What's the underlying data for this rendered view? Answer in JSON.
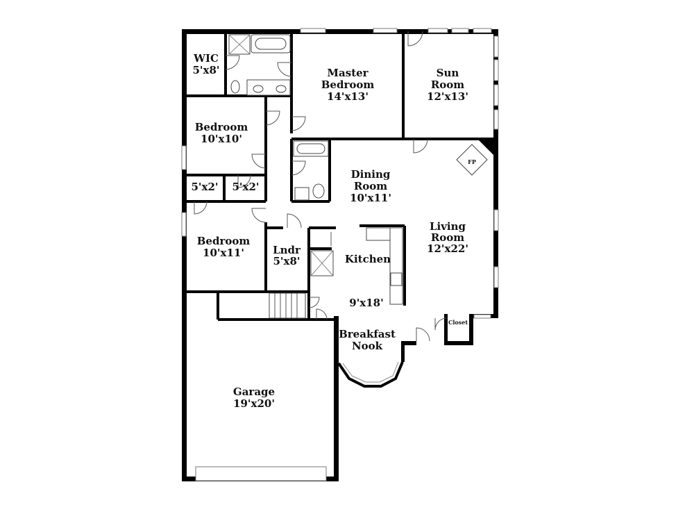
{
  "floorplan": {
    "rooms": [
      {
        "id": "wic",
        "name": "WIC",
        "size": "5'x8'"
      },
      {
        "id": "master-bedroom",
        "name": "Master Bedroom",
        "name_lines": [
          "Master",
          "Bedroom"
        ],
        "size": "14'x13'"
      },
      {
        "id": "sun-room",
        "name": "Sun Room",
        "name_lines": [
          "Sun",
          "Room"
        ],
        "size": "12'x13'"
      },
      {
        "id": "bedroom-1",
        "name": "Bedroom",
        "size": "10'x10'"
      },
      {
        "id": "closet-a",
        "name": "",
        "size": "5'x2'"
      },
      {
        "id": "closet-b",
        "name": "",
        "size": "5'x2'"
      },
      {
        "id": "dining-room",
        "name": "Dining Room",
        "name_lines": [
          "Dining",
          "Room"
        ],
        "size": "10'x11'"
      },
      {
        "id": "living-room",
        "name": "Living Room",
        "name_lines": [
          "Living",
          "Room"
        ],
        "size": "12'x22'"
      },
      {
        "id": "bedroom-2",
        "name": "Bedroom",
        "size": "10'x11'"
      },
      {
        "id": "laundry",
        "name": "Lndr",
        "size": "5'x8'"
      },
      {
        "id": "kitchen",
        "name": "Kitchen",
        "size": "9'x18'"
      },
      {
        "id": "breakfast-nook",
        "name": "Breakfast Nook",
        "name_lines": [
          "Breakfast",
          "Nook"
        ],
        "size": ""
      },
      {
        "id": "garage",
        "name": "Garage",
        "size": "19'x20'"
      }
    ],
    "fireplace_label": "FP",
    "closet_label": "Closet"
  }
}
